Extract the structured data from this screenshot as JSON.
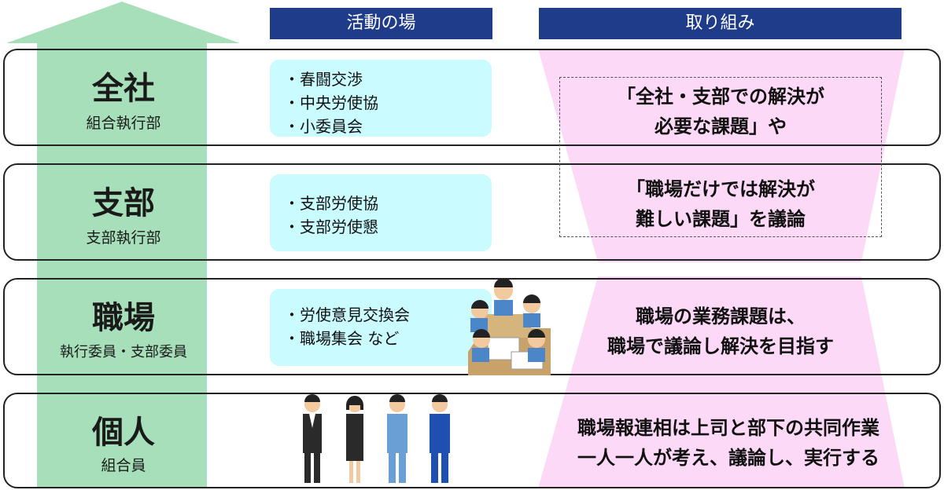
{
  "headers": {
    "activity": "活動の場",
    "effort": "取り組み"
  },
  "levels": [
    {
      "title": "全社",
      "subtitle": "組合執行部",
      "activities": [
        "春闘交渉",
        "中央労使協",
        "小委員会"
      ]
    },
    {
      "title": "支部",
      "subtitle": "支部執行部",
      "activities": [
        "支部労使協",
        "支部労使懇"
      ]
    },
    {
      "title": "職場",
      "subtitle": "執行委員・支部委員",
      "activities": [
        "労使意見交換会",
        "職場集会 など"
      ]
    },
    {
      "title": "個人",
      "subtitle": "組合員",
      "activities": []
    }
  ],
  "efforts": {
    "upper_line1": "「全社・支部での解決が",
    "upper_line2": "必要な課題」や",
    "upper_line3": "「職場だけでは解決が",
    "upper_line4": "難しい課題」を議論",
    "workplace_line1": "職場の業務課題は、",
    "workplace_line2": "職場で議論し解決を目指す",
    "individual_line1": "職場報連相は上司と部下の共同作業",
    "individual_line2": "一人一人が考え、議論し、実行する"
  },
  "colors": {
    "header_bg": "#1f3c8a",
    "arrow": "#a6dfb9",
    "activity_bg": "#c9fbff",
    "funnel": "#fcd9f7"
  }
}
